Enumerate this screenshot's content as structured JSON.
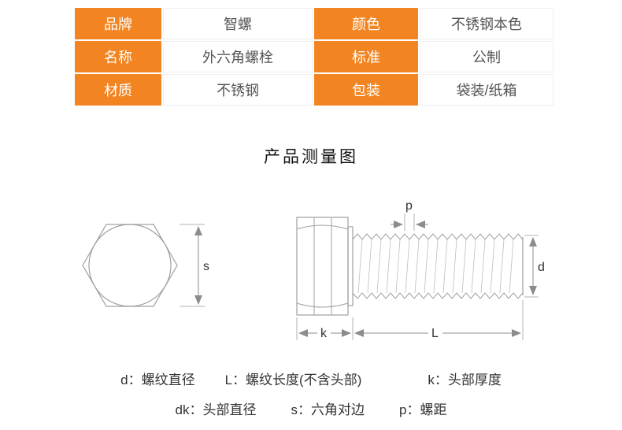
{
  "colors": {
    "accent": "#f28421",
    "line": "#a0a0a0"
  },
  "table": {
    "rows": [
      {
        "label1": "品牌",
        "value1": "智螺",
        "label2": "颜色",
        "value2": "不锈钢本色"
      },
      {
        "label1": "名称",
        "value1": "外六角螺栓",
        "label2": "标准",
        "value2": "公制"
      },
      {
        "label1": "材质",
        "value1": "不锈钢",
        "label2": "包装",
        "value2": "袋装/纸箱"
      }
    ]
  },
  "section": {
    "title": "产品测量图"
  },
  "diagram": {
    "dims": {
      "s": "s",
      "p": "p",
      "d": "d",
      "k": "k",
      "L": "L"
    }
  },
  "legend": {
    "line1": [
      "d：螺纹直径",
      "L：螺纹长度(不含头部)",
      "k：头部厚度"
    ],
    "line2": [
      "dk：头部直径",
      "s：六角对边",
      "p：螺距"
    ]
  }
}
